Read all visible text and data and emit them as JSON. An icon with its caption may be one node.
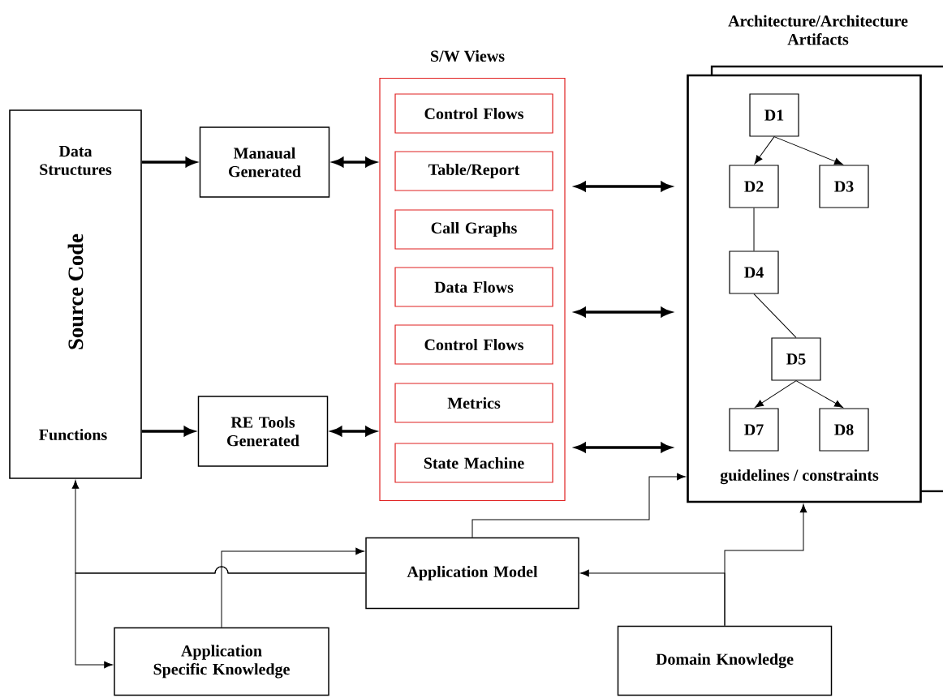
{
  "diagram": {
    "nodes": [
      {
        "text": [
          "Data Structures",
          "Source Code",
          "Functions"
        ]
      },
      {
        "text": [
          "Manaual Generated"
        ]
      },
      {
        "text": [
          "RE Tools Generated"
        ]
      },
      {
        "text": [
          "S/W Views"
        ]
      },
      {
        "text": [
          "Control Flows"
        ],
        "in": 3
      },
      {
        "text": [
          "Table/Report"
        ],
        "in": 3
      },
      {
        "text": [
          "Call Graphs"
        ],
        "in": 3
      },
      {
        "text": [
          "Data Flows"
        ],
        "in": 3
      },
      {
        "text": [
          "Control Flows"
        ],
        "in": 3
      },
      {
        "text": [
          "Metrics"
        ],
        "in": 3
      },
      {
        "text": [
          "State Machine"
        ],
        "in": 3
      },
      {
        "text": [
          "Architecture/Architecture Artifacts",
          "guidelines / constraints"
        ]
      },
      {
        "text": [
          "D1"
        ],
        "in": 11
      },
      {
        "text": [
          "D2"
        ],
        "in": 11
      },
      {
        "text": [
          "D3"
        ],
        "in": 11
      },
      {
        "text": [
          "D4"
        ],
        "in": 11
      },
      {
        "text": [
          "D5"
        ],
        "in": 11
      },
      {
        "text": [
          "D7"
        ],
        "in": 11
      },
      {
        "text": [
          "D8"
        ],
        "in": 11
      },
      {
        "text": [
          "Application Model"
        ]
      },
      {
        "text": [
          "Application Specific Knowledge"
        ]
      },
      {
        "text": [
          "Domain Knowledge"
        ]
      }
    ],
    "edges": [
      {
        "from": 0,
        "to": 1,
        "arrow": "to",
        "style": "thick"
      },
      {
        "from": 0,
        "to": 2,
        "arrow": "to",
        "style": "thick"
      },
      {
        "from": 1,
        "to": 3,
        "arrow": "both",
        "style": "thick"
      },
      {
        "from": 2,
        "to": 3,
        "arrow": "both",
        "style": "thick"
      },
      {
        "from": 3,
        "to": 11,
        "arrow": "both",
        "style": "thick"
      },
      {
        "from": 3,
        "to": 11,
        "arrow": "both",
        "style": "thick"
      },
      {
        "from": 3,
        "to": 11,
        "arrow": "both",
        "style": "thick"
      },
      {
        "from": 12,
        "to": 13,
        "arrow": "to"
      },
      {
        "from": 12,
        "to": 14,
        "arrow": "to"
      },
      {
        "from": 13,
        "to": 15,
        "arrow": "none"
      },
      {
        "from": 15,
        "to": 16,
        "arrow": "none"
      },
      {
        "from": 16,
        "to": 17,
        "arrow": "to"
      },
      {
        "from": 16,
        "to": 18,
        "arrow": "to"
      },
      {
        "from": 19,
        "to": 11,
        "arrow": "to"
      },
      {
        "from": 21,
        "to": 19,
        "arrow": "to"
      },
      {
        "from": 21,
        "to": 11,
        "arrow": "to"
      },
      {
        "from": 19,
        "to": 0,
        "arrow": "to"
      },
      {
        "from": 19,
        "to": 20,
        "arrow": "to"
      },
      {
        "from": 20,
        "to": 19,
        "arrow": "to"
      }
    ]
  }
}
